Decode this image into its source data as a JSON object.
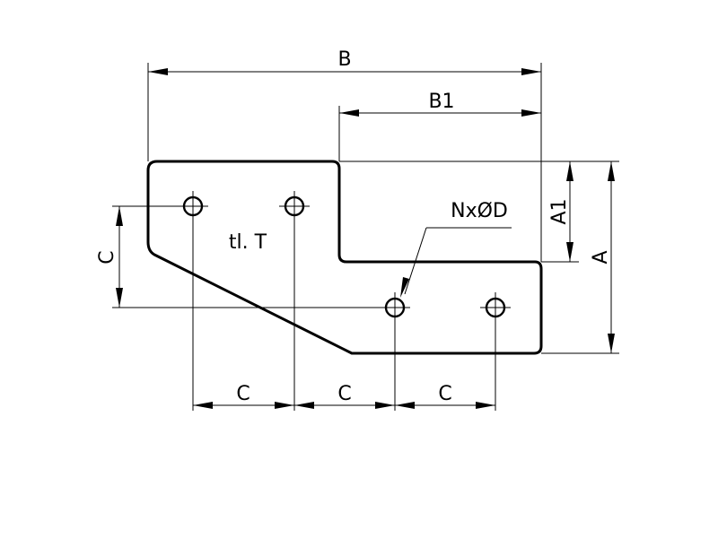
{
  "drawing": {
    "type": "technical-drawing",
    "part_label": "tl. T",
    "hole_callout": "NxØD",
    "dimensions": {
      "overall_width": "B",
      "upper_step_width": "B1",
      "overall_height": "A",
      "step_height": "A1",
      "hole_vertical_pitch": "C",
      "hole_pitch_1": "C",
      "hole_pitch_2": "C",
      "hole_pitch_3": "C"
    },
    "hole_count_shown": 4,
    "line_color": "#000000",
    "background_color": "#ffffff"
  }
}
